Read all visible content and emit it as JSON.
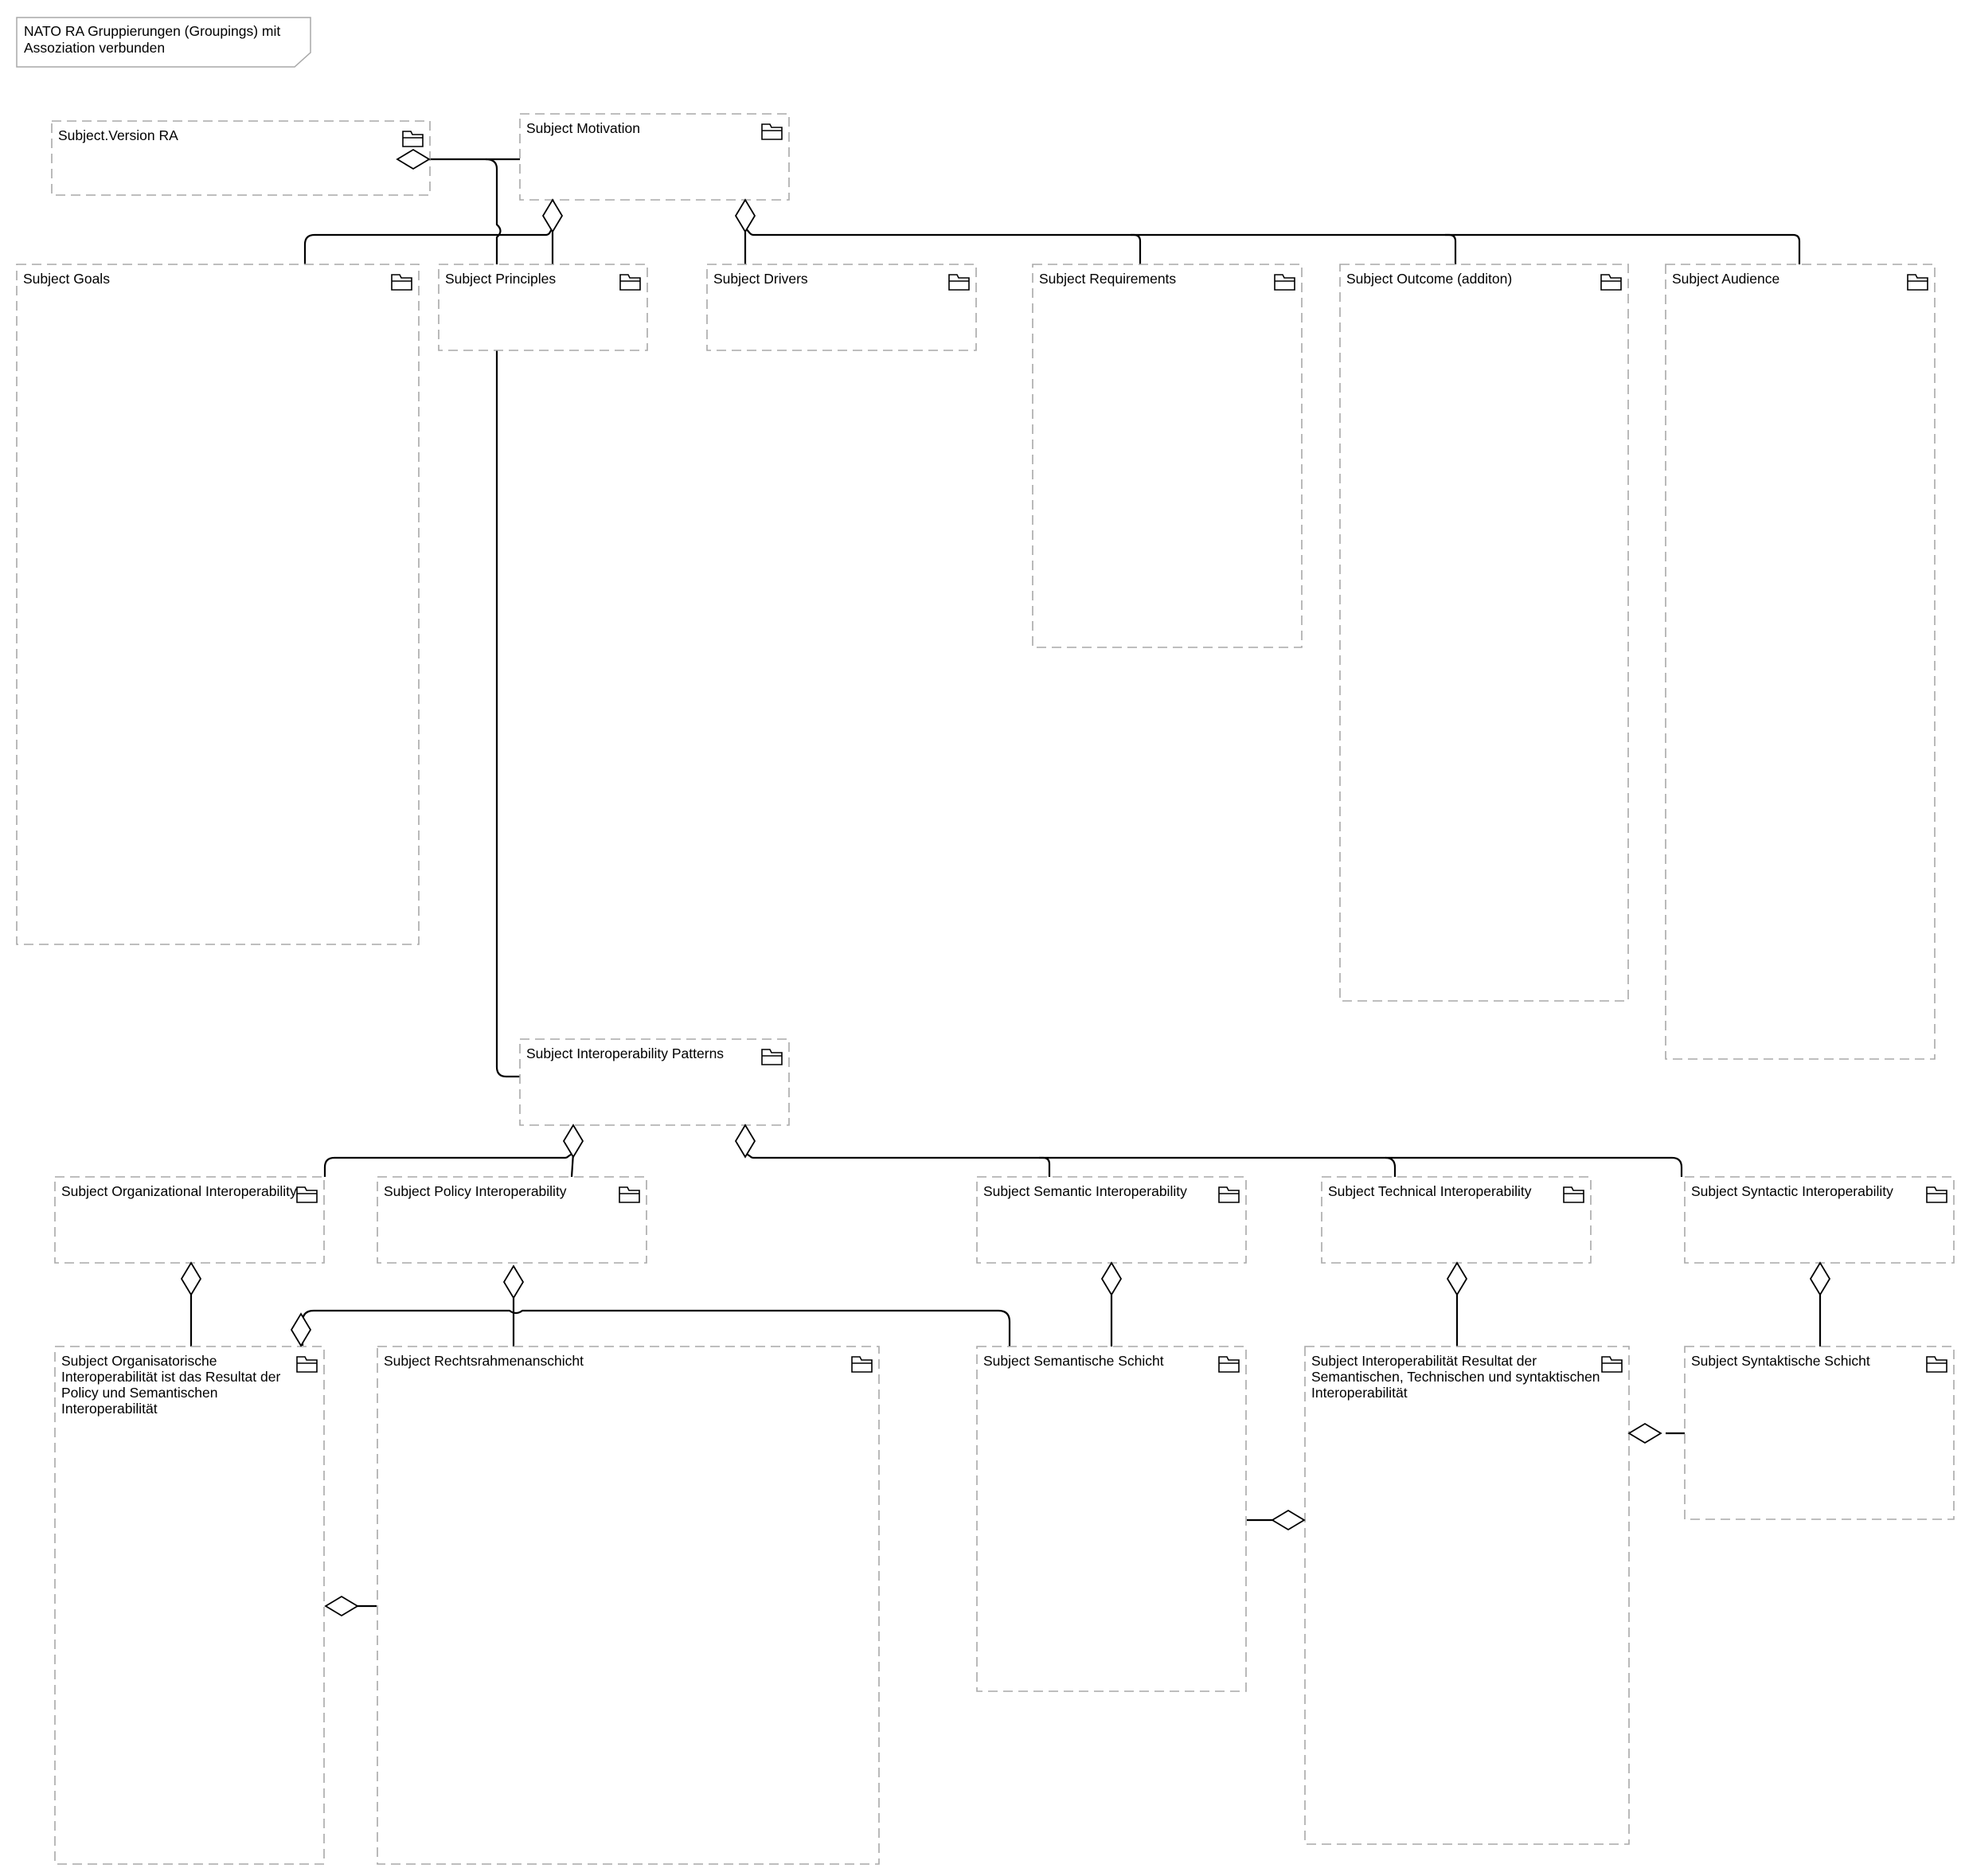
{
  "diagram": {
    "note": {
      "lines": [
        "NATO RA Gruppierungen (Groupings) mit",
        "Assoziation verbunden"
      ]
    },
    "groups": [
      {
        "id": "version_ra",
        "lines": [
          "Subject.Version RA"
        ]
      },
      {
        "id": "motivation",
        "lines": [
          "Subject Motivation"
        ]
      },
      {
        "id": "goals",
        "lines": [
          "Subject Goals"
        ]
      },
      {
        "id": "principles",
        "lines": [
          "Subject Principles"
        ]
      },
      {
        "id": "drivers",
        "lines": [
          "Subject Drivers"
        ]
      },
      {
        "id": "requirements",
        "lines": [
          "Subject Requirements"
        ]
      },
      {
        "id": "outcome",
        "lines": [
          "Subject Outcome (additon)"
        ]
      },
      {
        "id": "audience",
        "lines": [
          "Subject Audience"
        ]
      },
      {
        "id": "interop_patterns",
        "lines": [
          "Subject Interoperability Patterns"
        ]
      },
      {
        "id": "org_interop",
        "lines": [
          "Subject Organizational Interoperability"
        ]
      },
      {
        "id": "policy_interop",
        "lines": [
          "Subject Policy Interoperability"
        ]
      },
      {
        "id": "semantic_interop",
        "lines": [
          "Subject Semantic Interoperability"
        ]
      },
      {
        "id": "technical_interop",
        "lines": [
          "Subject Technical Interoperability"
        ]
      },
      {
        "id": "syntactic_interop",
        "lines": [
          "Subject Syntactic Interoperability"
        ]
      },
      {
        "id": "org_result",
        "lines": [
          "Subject Organisatorische",
          "Interoperabilität ist das Resultat der",
          "Policy und Semantischen",
          "Interoperabilität"
        ]
      },
      {
        "id": "legal_layer",
        "lines": [
          "Subject Rechtsrahmenanschicht"
        ]
      },
      {
        "id": "semantic_layer",
        "lines": [
          "Subject Semantische Schicht"
        ]
      },
      {
        "id": "interop_result",
        "lines": [
          "Subject Interoperabilität Resultat der",
          "Semantischen, Technischen und syntaktischen",
          "Interoperabilität"
        ]
      },
      {
        "id": "syntactic_layer",
        "lines": [
          "Subject Syntaktische Schicht"
        ]
      }
    ],
    "aggregations": [
      {
        "whole": "version_ra",
        "part": "motivation"
      },
      {
        "whole": "version_ra",
        "part": "interop_patterns"
      },
      {
        "whole": "motivation",
        "part": "goals"
      },
      {
        "whole": "motivation",
        "part": "principles"
      },
      {
        "whole": "motivation",
        "part": "drivers"
      },
      {
        "whole": "motivation",
        "part": "requirements"
      },
      {
        "whole": "motivation",
        "part": "outcome"
      },
      {
        "whole": "motivation",
        "part": "audience"
      },
      {
        "whole": "interop_patterns",
        "part": "org_interop"
      },
      {
        "whole": "interop_patterns",
        "part": "policy_interop"
      },
      {
        "whole": "interop_patterns",
        "part": "semantic_interop"
      },
      {
        "whole": "interop_patterns",
        "part": "technical_interop"
      },
      {
        "whole": "interop_patterns",
        "part": "syntactic_interop"
      },
      {
        "whole": "org_interop",
        "part": "org_result"
      },
      {
        "whole": "policy_interop",
        "part": "legal_layer"
      },
      {
        "whole": "semantic_interop",
        "part": "semantic_layer"
      },
      {
        "whole": "technical_interop",
        "part": "interop_result"
      },
      {
        "whole": "syntactic_interop",
        "part": "syntactic_layer"
      },
      {
        "whole": "org_result",
        "part": "legal_layer"
      },
      {
        "whole": "org_result",
        "part": "semantic_layer"
      },
      {
        "whole": "interop_result",
        "part": "semantic_layer"
      },
      {
        "whole": "interop_result",
        "part": "syntactic_layer"
      }
    ]
  }
}
